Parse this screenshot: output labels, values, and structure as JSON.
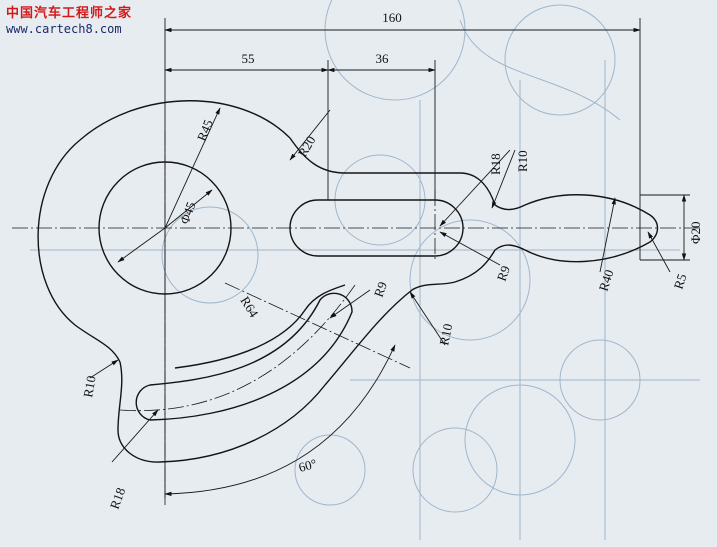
{
  "watermark": {
    "site_cn": "中国汽车工程师之家",
    "url": "www.cartech8.com"
  },
  "dimensions": {
    "overall_width": "160",
    "left_span": "55",
    "slot_span": "36",
    "r45": "R45",
    "r20": "R20",
    "phi45": "Φ45",
    "r18_top": "R18",
    "r10_top": "R10",
    "phi20": "Φ20",
    "r9_right": "R9",
    "r9_arc": "R9",
    "r64": "R64",
    "r10_mid": "R10",
    "r40": "R40",
    "r5": "R5",
    "r10_left": "R10",
    "r18_bottom": "R18",
    "angle": "60°"
  },
  "colors": {
    "paper": "#e7ecf1",
    "line": "#141414",
    "ghost": "#9fb6cc",
    "watermark_cn": "#d21a1a",
    "watermark_url": "#1b2a6b"
  }
}
